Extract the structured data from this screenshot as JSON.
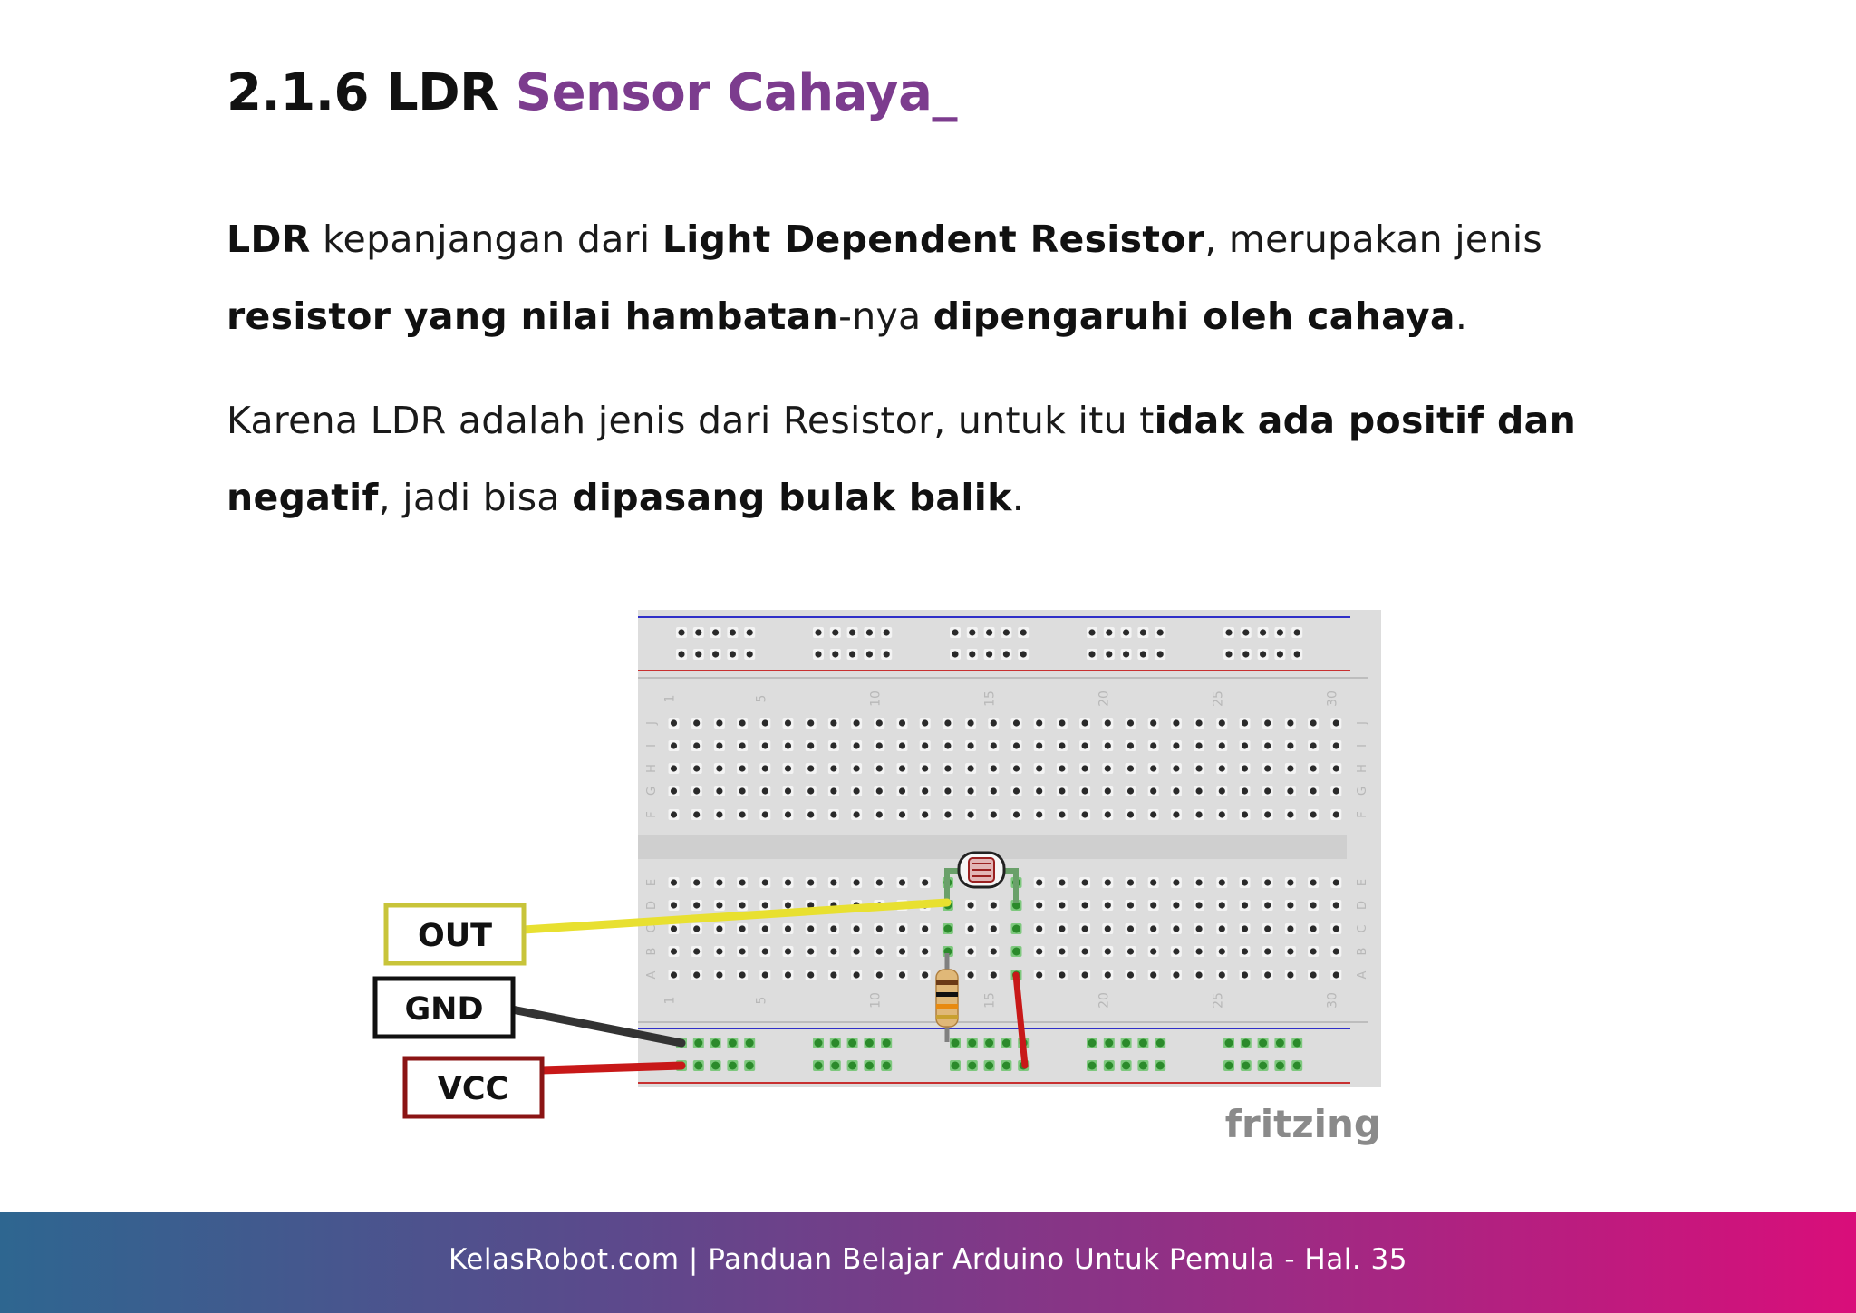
{
  "heading": {
    "number_label": "2.1.6 LDR",
    "title_accent": "Sensor Cahaya_",
    "accent_color": "#7c3c8e"
  },
  "paragraph1": {
    "s1": "LDR",
    "s2": " kepanjangan dari ",
    "s3": "Light Dependent Resistor",
    "s4": ", merupakan jenis ",
    "s5": "resistor yang nilai hambatan",
    "s6": "-nya ",
    "s7": "dipengaruhi oleh cahaya",
    "s8": "."
  },
  "paragraph2": {
    "s1": "Karena LDR adalah jenis dari Resistor, untuk itu t",
    "s2": "idak ada positif dan negatif",
    "s3": ", jadi bisa ",
    "s4": "dipasang bulak balik",
    "s5": "."
  },
  "diagram": {
    "labels": {
      "out": "OUT",
      "gnd": "GND",
      "vcc": "VCC"
    },
    "watermark": "fritzing",
    "row_letters_top": [
      "J",
      "I",
      "H",
      "G",
      "F"
    ],
    "row_letters_bottom": [
      "E",
      "D",
      "C",
      "B",
      "A"
    ],
    "column_numbers": [
      "1",
      "5",
      "10",
      "15",
      "20",
      "25",
      "30"
    ],
    "colors": {
      "out": "#c8c43a",
      "gnd": "#111111",
      "vcc": "#8b1414",
      "yellow_wire": "#e8e030",
      "red_wire": "#c81818",
      "black_wire": "#333333"
    }
  },
  "footer": {
    "text": "KelasRobot.com | Panduan Belajar Arduino Untuk Pemula - Hal. 35",
    "gradient_colors": [
      "#2e6690",
      "#5a4a8c",
      "#9a2c84",
      "#d90e7a"
    ]
  }
}
